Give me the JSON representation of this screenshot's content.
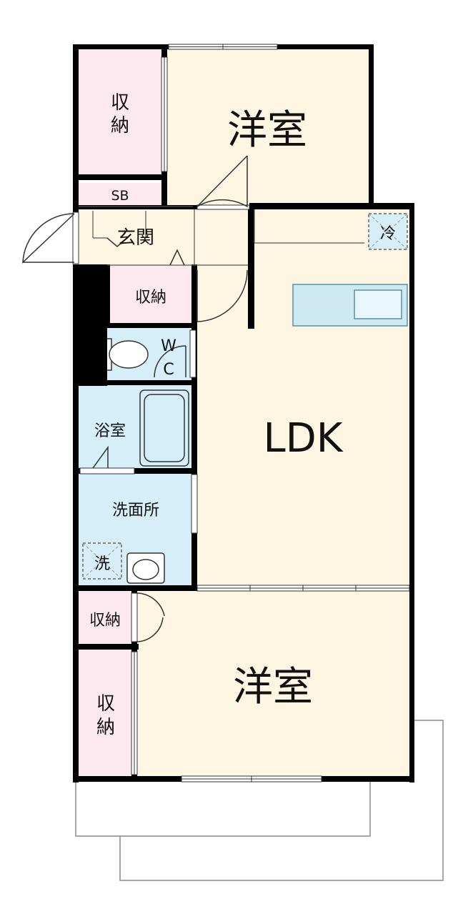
{
  "colors": {
    "wall": "#000000",
    "room": "#fdf6e3",
    "storage": "#fbe9ef",
    "wet": "#d6eef8",
    "outline": "#888888"
  },
  "rooms": {
    "western_top": "洋室",
    "western_bottom": "洋室",
    "ldk": "LDK",
    "entrance": "玄関",
    "shoe_box": "SB",
    "bath": "浴室",
    "washroom": "洗面所",
    "wc_w": "W",
    "wc_c": "C",
    "fridge": "冷",
    "washer": "洗",
    "storage": "収納",
    "storage_v1": "収",
    "storage_v2": "納"
  }
}
